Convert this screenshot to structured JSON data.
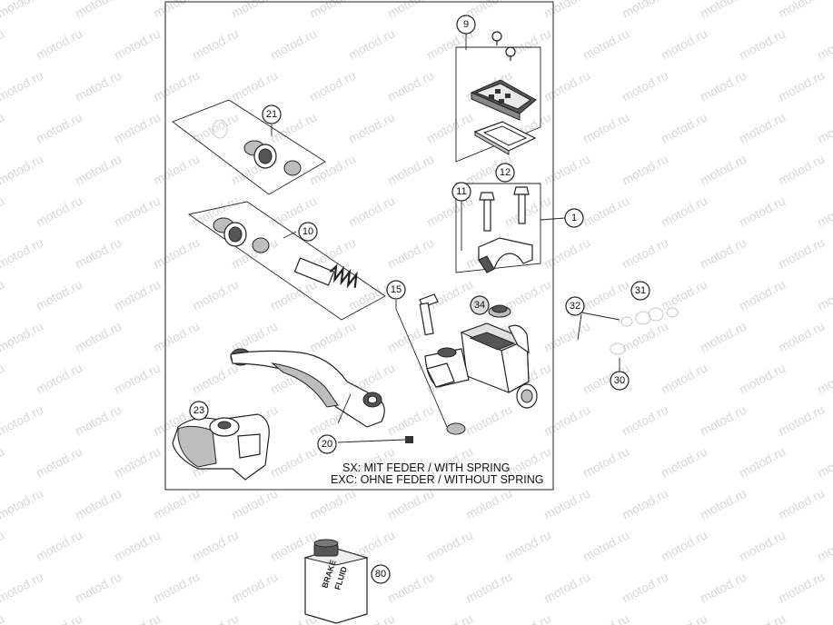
{
  "watermark": {
    "text": "motod.ru",
    "color": "#b8b8b8"
  },
  "callouts": {
    "c1": "1",
    "c9": "9",
    "c10": "10",
    "c11": "11",
    "c12": "12",
    "c15": "15",
    "c20": "20",
    "c21": "21",
    "c23": "23",
    "c30": "30",
    "c31": "31",
    "c32": "32",
    "c34": "34",
    "c80": "80"
  },
  "notes": {
    "line1": "SX: MIT FEDER / WITH SPRING",
    "line2": "EXC: OHNE FEDER / WITHOUT SPRING"
  },
  "bottle": {
    "label_line1": "BRAKE",
    "label_line2": "FLUID"
  }
}
